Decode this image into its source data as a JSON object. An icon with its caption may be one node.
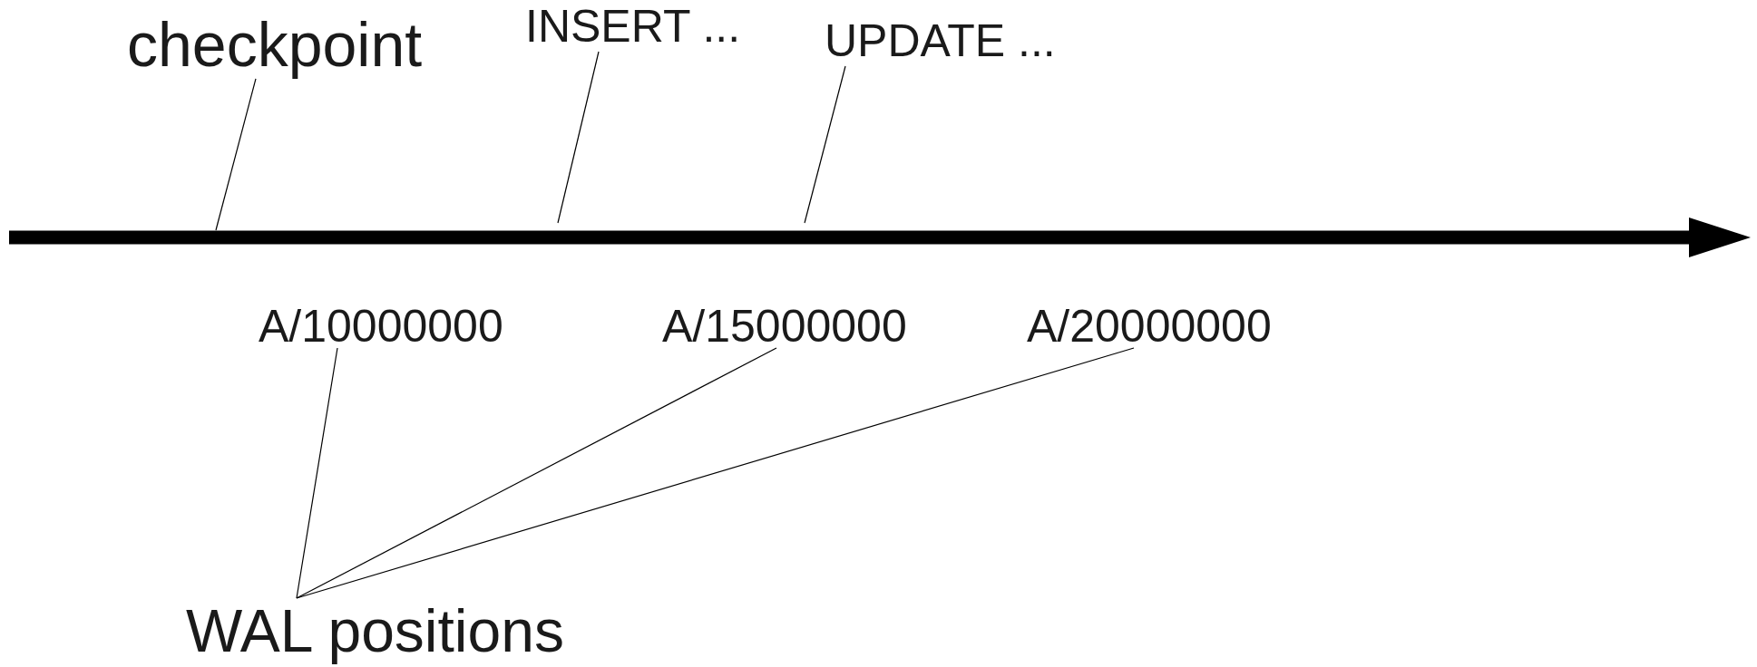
{
  "diagram": {
    "nodes": [
      {
        "text": [
          "checkpoint"
        ]
      },
      {
        "text": [
          "INSERT ..."
        ]
      },
      {
        "text": [
          "UPDATE ..."
        ]
      },
      {
        "text": [
          "A/10000000"
        ]
      },
      {
        "text": [
          "A/15000000"
        ]
      },
      {
        "text": [
          "A/20000000"
        ]
      },
      {
        "text": [
          "WAL positions"
        ]
      }
    ],
    "edges": [
      {
        "from": 0,
        "to": null,
        "arrow": "none"
      },
      {
        "from": 1,
        "to": null,
        "arrow": "none"
      },
      {
        "from": 2,
        "to": null,
        "arrow": "none"
      },
      {
        "from": 6,
        "to": 3,
        "arrow": "none"
      },
      {
        "from": 6,
        "to": 4,
        "arrow": "none"
      },
      {
        "from": 6,
        "to": 5,
        "arrow": "none"
      }
    ]
  }
}
